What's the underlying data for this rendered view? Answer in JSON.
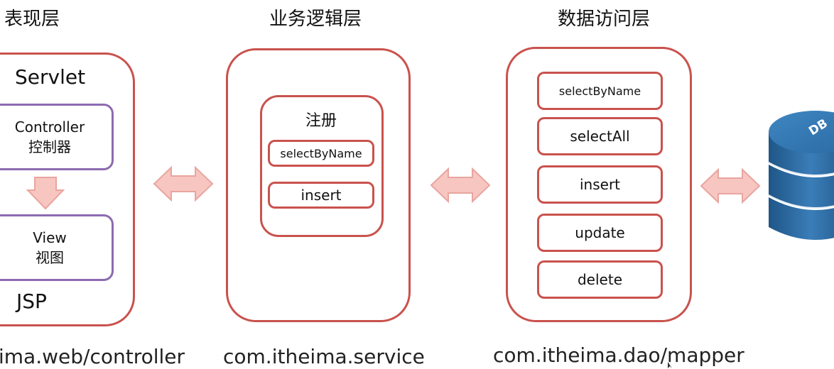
{
  "layers": {
    "presentation": {
      "title": "表现层",
      "servlet": "Servlet",
      "controller_en": "Controller",
      "controller_zh": "控制器",
      "view_en": "View",
      "view_zh": "视图",
      "jsp": "JSP",
      "package": "ima.web/controller"
    },
    "business": {
      "title": "业务逻辑层",
      "group_label": "注册",
      "methods": [
        "selectByName",
        "insert"
      ],
      "package": "com.itheima.service"
    },
    "data_access": {
      "title": "数据访问层",
      "methods": [
        "selectByName",
        "selectAll",
        "insert",
        "update",
        "delete"
      ],
      "package": "com.itheima.dao/mapper"
    }
  },
  "database": {
    "label": "DB"
  },
  "colors": {
    "border_red": "#c9524d",
    "border_purple": "#8c6bb1",
    "arrow_fill": "#f7c6c1",
    "arrow_stroke": "#e9a59f",
    "db_blue": "#2d6a9f"
  }
}
